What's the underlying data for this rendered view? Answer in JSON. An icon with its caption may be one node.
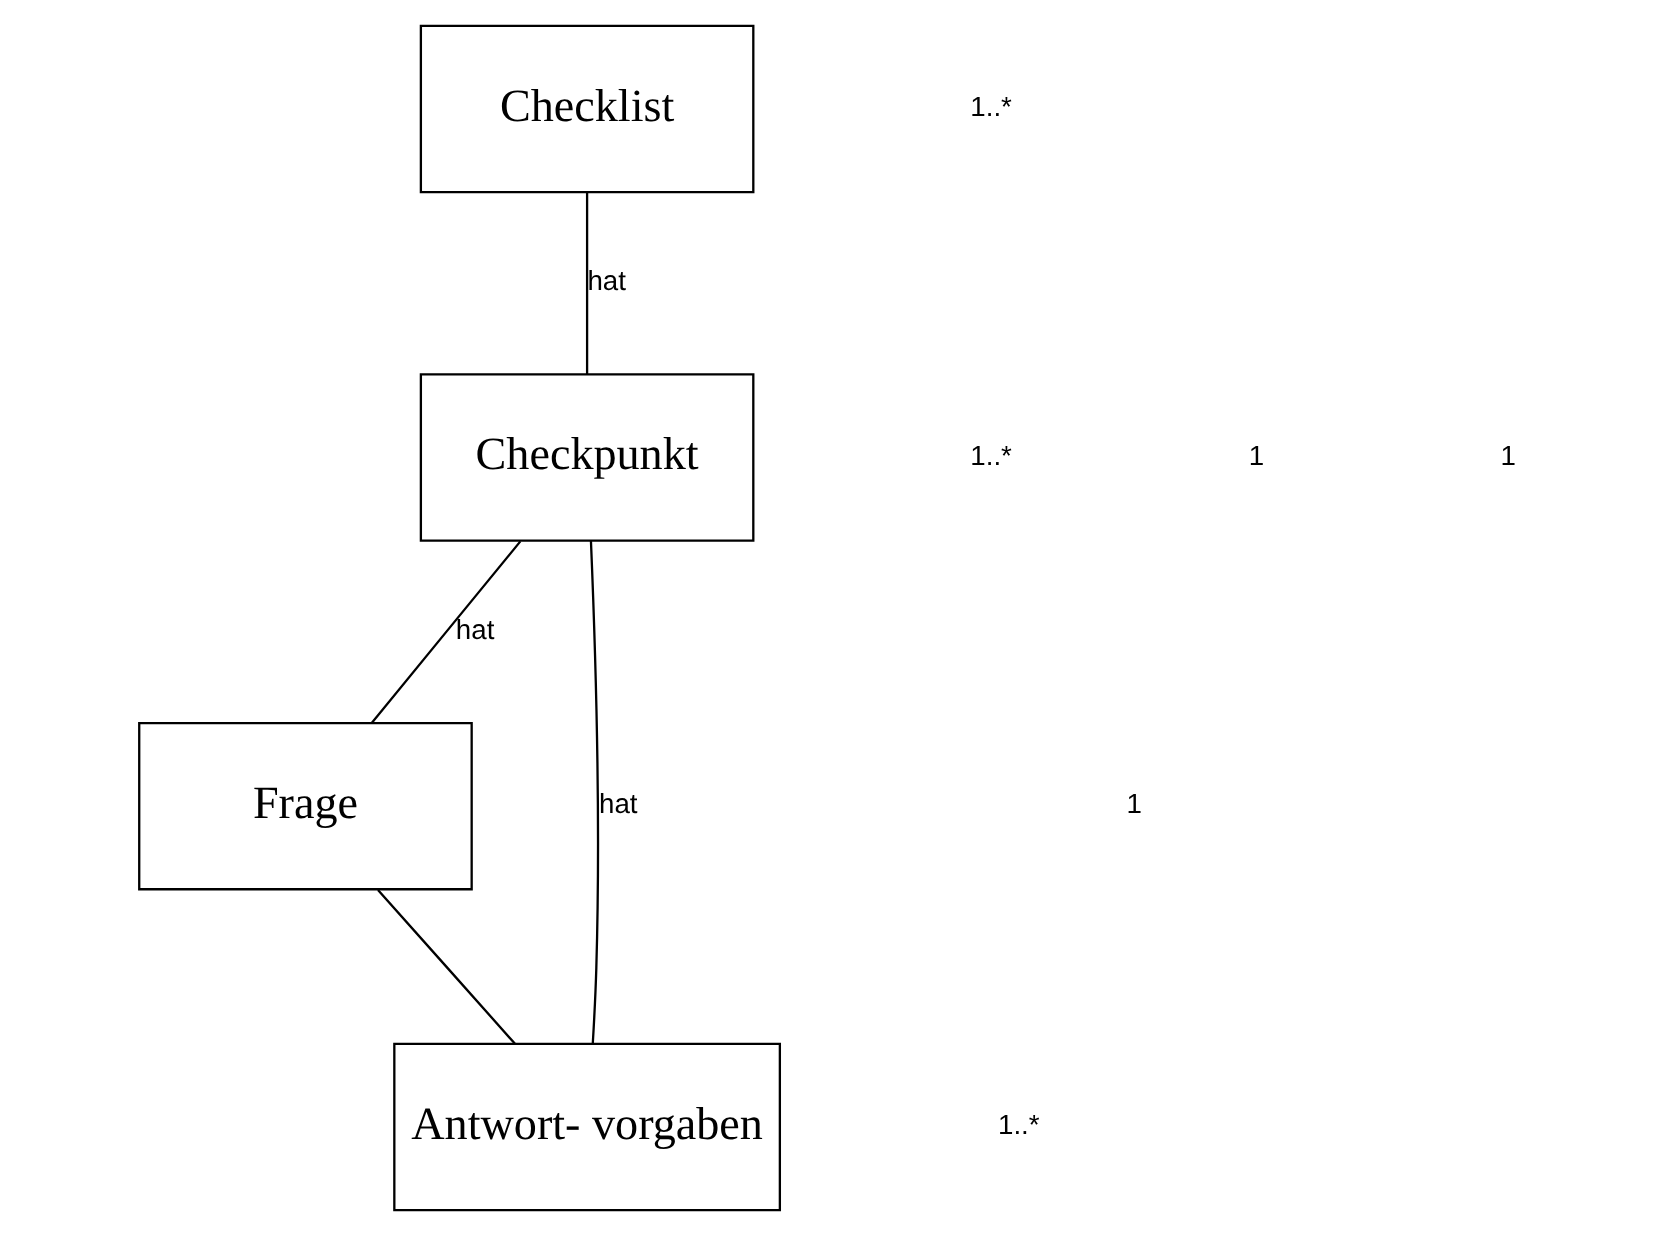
{
  "diagram": {
    "nodes": [
      {
        "text": [
          "Checklist"
        ]
      },
      {
        "text": [
          "Checkpunkt"
        ]
      },
      {
        "text": [
          "Frage"
        ]
      },
      {
        "text": [
          "Antwort- vorgaben"
        ]
      }
    ],
    "edges": [
      {
        "from": 0,
        "to": 1,
        "arrow": "none",
        "label": "hat"
      },
      {
        "from": 1,
        "to": 2,
        "arrow": "none",
        "label": "hat"
      },
      {
        "from": 1,
        "to": 3,
        "arrow": "none",
        "label": "hat"
      },
      {
        "from": 2,
        "to": 3,
        "arrow": "none"
      }
    ],
    "labels": [
      "1..*",
      "1..*",
      "1",
      "1",
      "1",
      "1..*"
    ]
  }
}
